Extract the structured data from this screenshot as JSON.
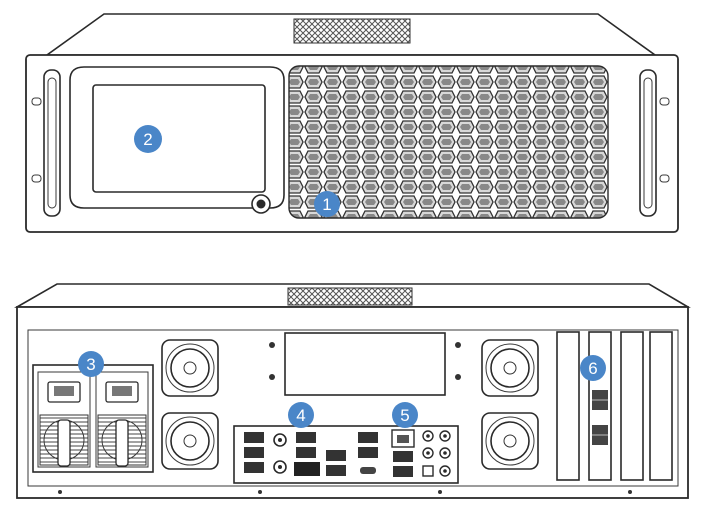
{
  "callouts": [
    {
      "id": "1",
      "label": "1"
    },
    {
      "id": "2",
      "label": "2"
    },
    {
      "id": "3",
      "label": "3"
    },
    {
      "id": "4",
      "label": "4"
    },
    {
      "id": "5",
      "label": "5"
    },
    {
      "id": "6",
      "label": "6"
    }
  ],
  "colors": {
    "callout_fill": "#4a86c8",
    "outline": "#2a2a2a",
    "vent": "#555555"
  },
  "icons": [
    "hex-vent-grille-icon",
    "fan-icon",
    "power-supply-icon",
    "usb-port-icon",
    "ethernet-port-icon",
    "audio-jack-icon",
    "pcie-slot-icon",
    "power-button-icon"
  ]
}
